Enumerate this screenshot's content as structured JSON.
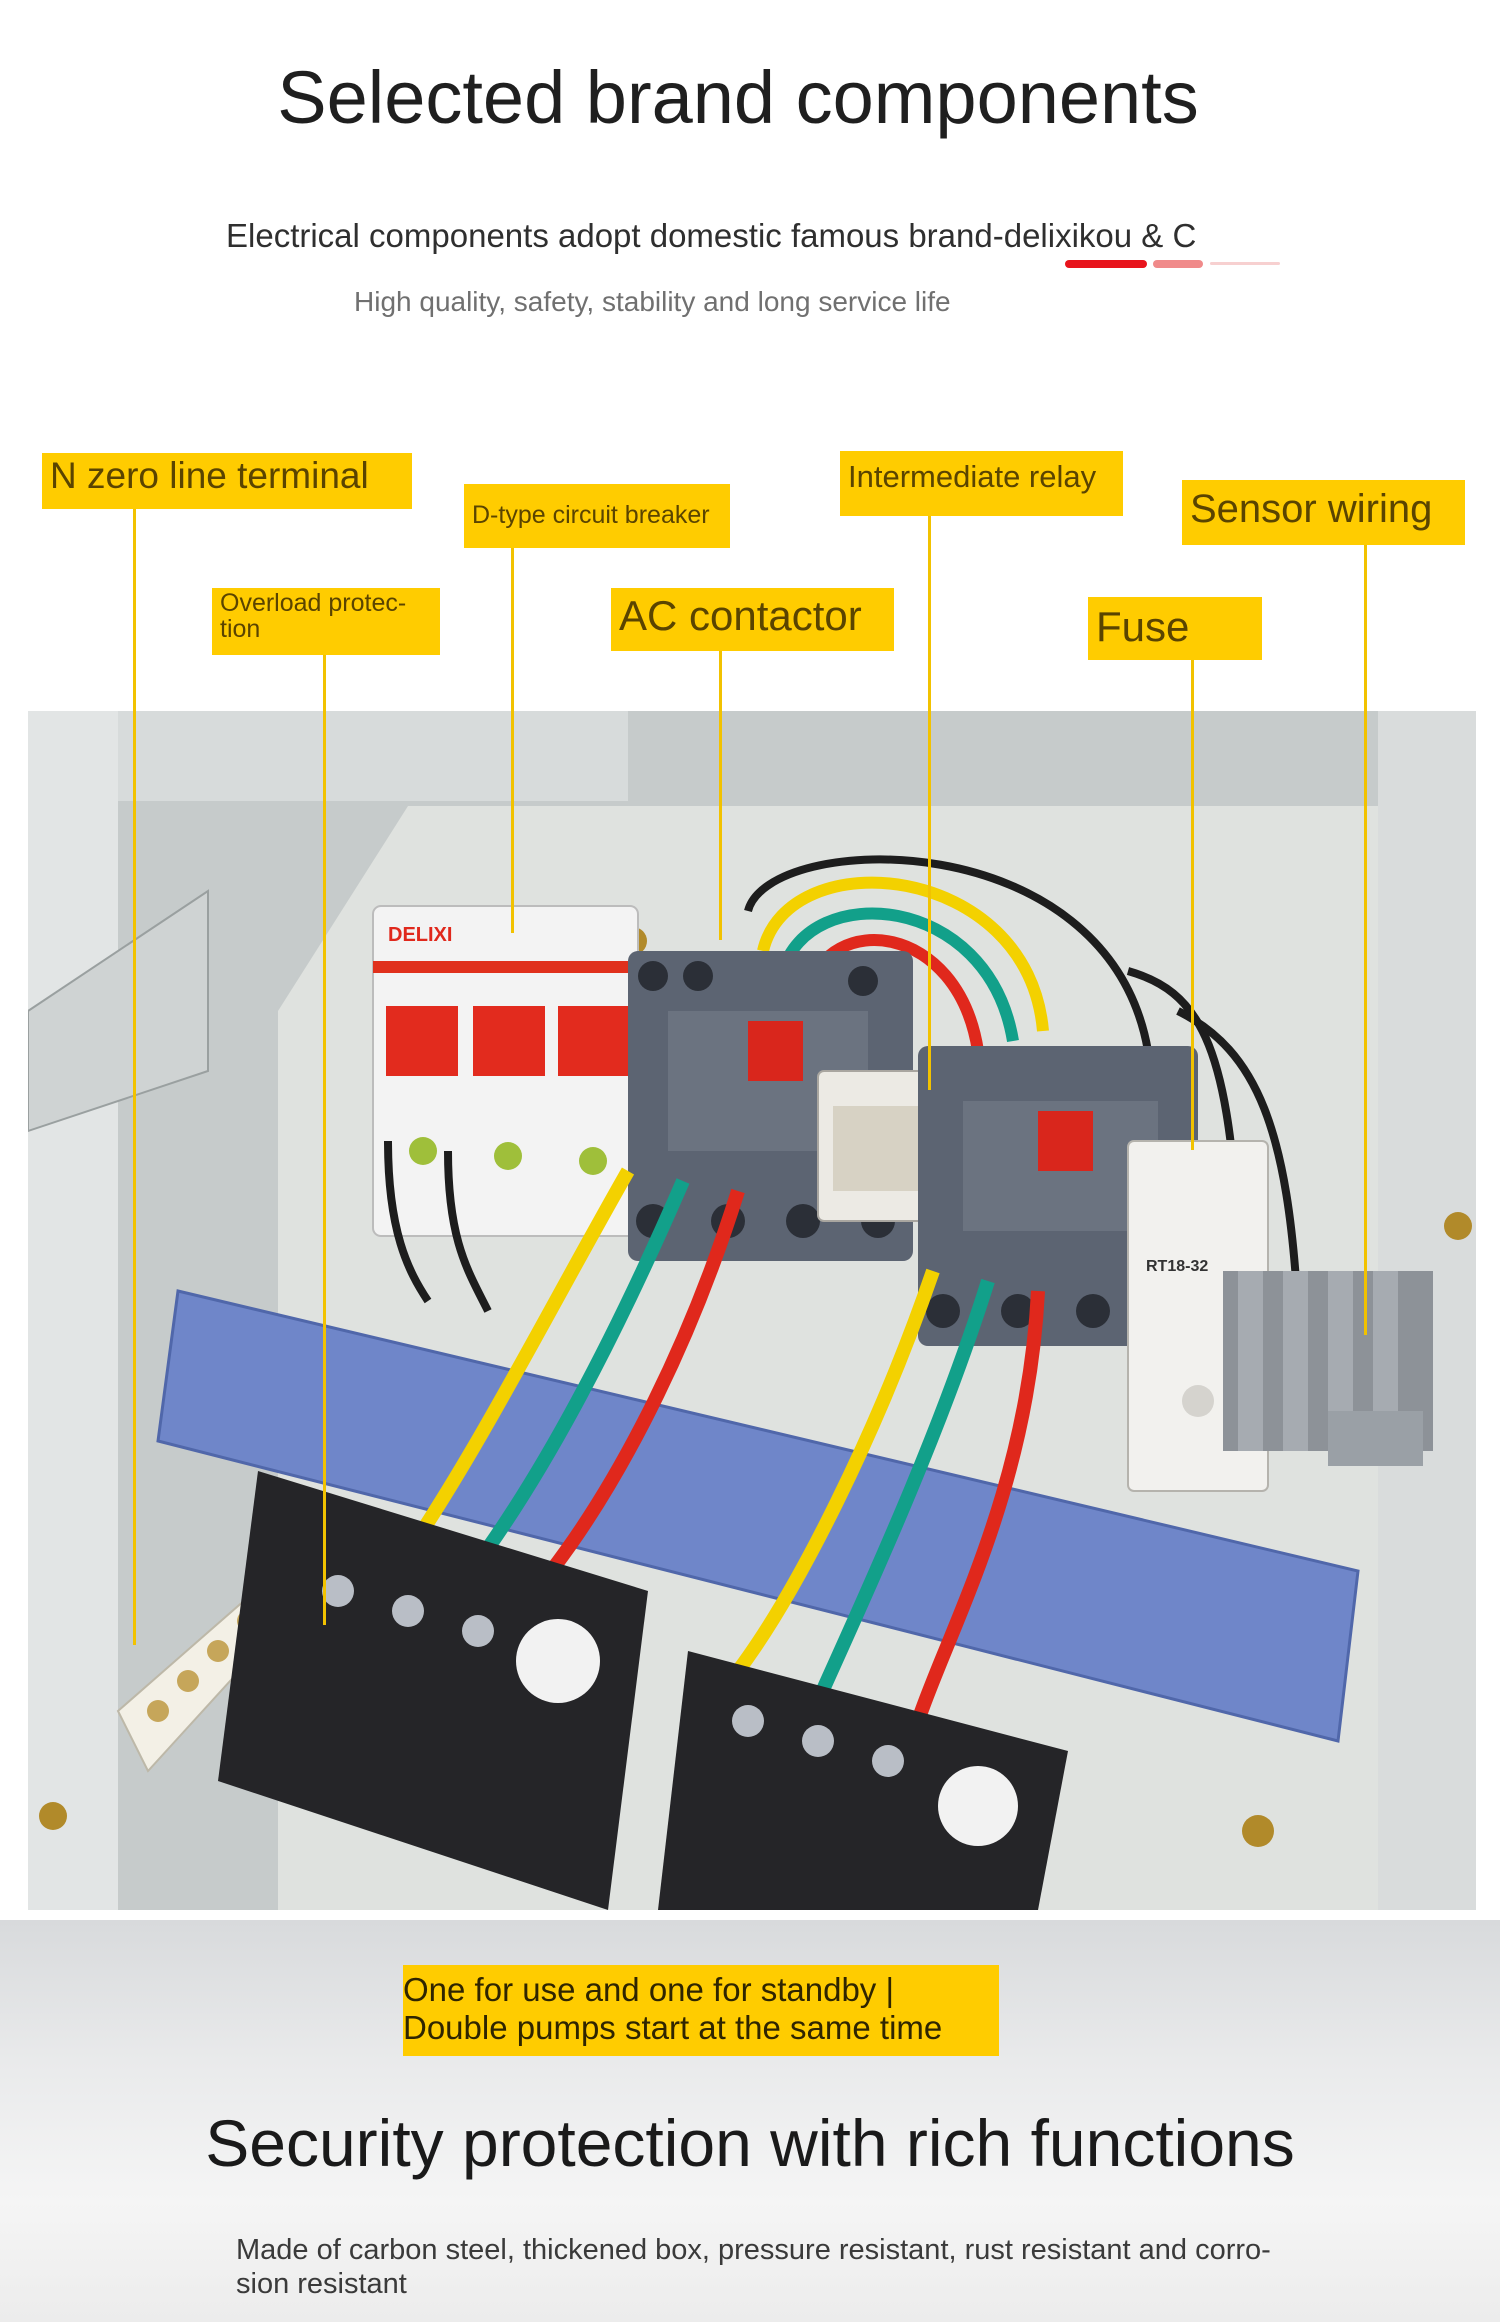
{
  "header": {
    "title": "Selected brand components",
    "subtitle": "Electrical components adopt domestic famous brand-delixikou & C",
    "tagline": "High quality, safety, stability and long service life"
  },
  "labels": {
    "n_zero_line": "N zero line terminal",
    "d_type_breaker": "D-type circuit breaker",
    "intermediate_relay": "Intermediate relay",
    "sensor_wiring": "Sensor wiring",
    "overload_line1": "Overload protec-",
    "overload_line2": "tion",
    "ac_contactor": "AC contactor",
    "fuse": "Fuse"
  },
  "photo": {
    "breaker_brand": "DELIXI",
    "fuse_model": "RT18-32"
  },
  "bottom": {
    "standby_line1": "One for use and one for standby |",
    "standby_line2": "Double pumps start at the same time",
    "title": "Security protection with rich functions",
    "description": "Made of carbon steel, thickened box, pressure resistant, rust resistant and corro-sion resistant",
    "description_line1": "Made of carbon steel, thickened box, pressure resistant, rust resistant and corro-",
    "description_line2": "sion resistant"
  },
  "colors": {
    "label_bg": "#ffcc00",
    "accent_red": "#e8141c",
    "trunking_blue": "#6f86c9"
  }
}
